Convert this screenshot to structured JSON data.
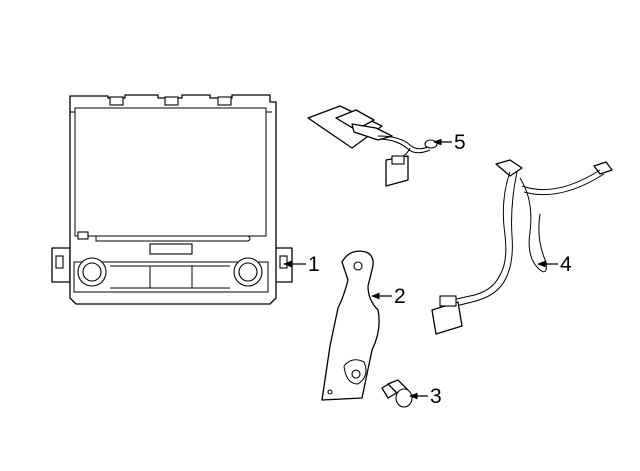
{
  "callouts": [
    {
      "id": "radio-unit",
      "number": "1"
    },
    {
      "id": "bracket",
      "number": "2"
    },
    {
      "id": "bolt",
      "number": "3"
    },
    {
      "id": "wire-harness",
      "number": "4"
    },
    {
      "id": "antenna-module",
      "number": "5"
    }
  ]
}
